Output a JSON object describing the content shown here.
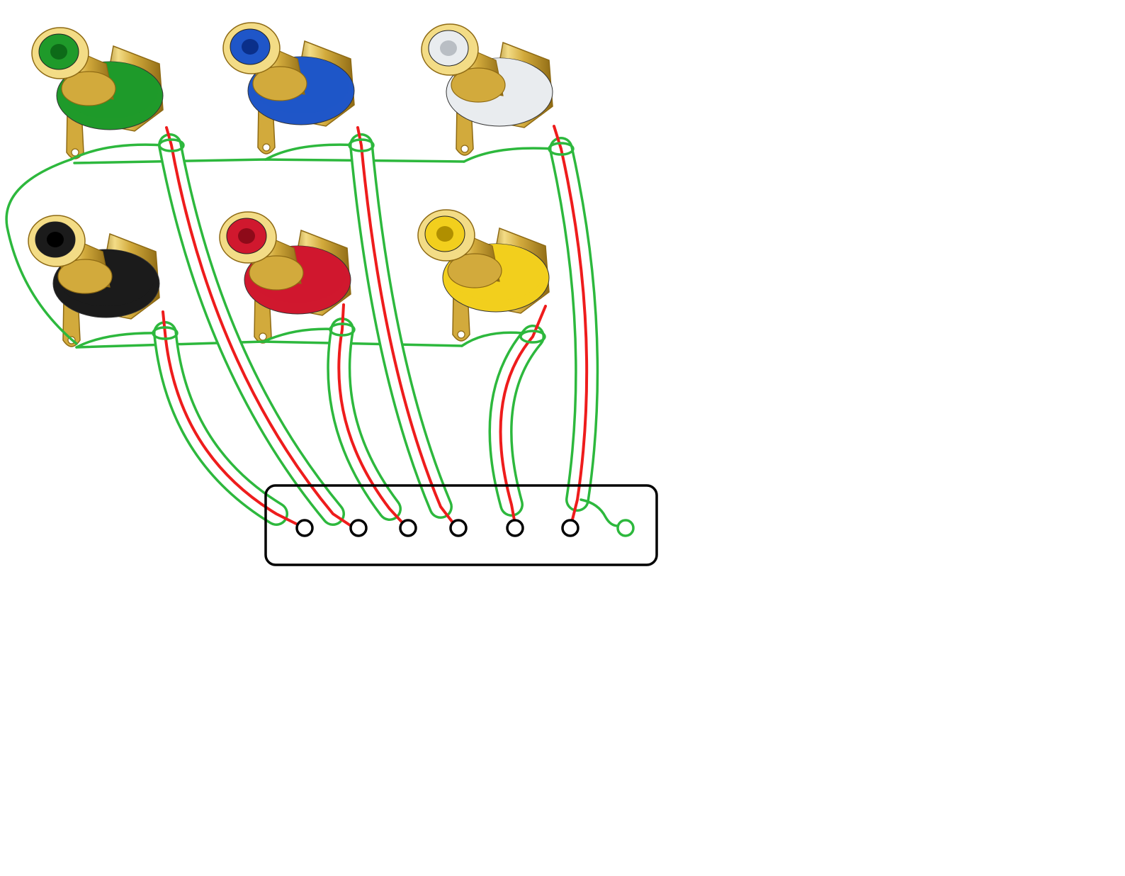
{
  "colors": {
    "wire_shield": "#2db83d",
    "wire_signal": "#ee1c1c",
    "outline": "#000000",
    "gold_light": "#f3dc86",
    "gold": "#d2aa3c",
    "gold_dark": "#8e6a14",
    "background": "#ffffff"
  },
  "jacks": [
    {
      "name": "green",
      "color": "#1f9a2a",
      "inner": "#0d6b18"
    },
    {
      "name": "blue",
      "color": "#1f56c8",
      "inner": "#0a2f8a"
    },
    {
      "name": "white",
      "color": "#e9ecef",
      "inner": "#b9bec4"
    },
    {
      "name": "black",
      "color": "#1b1b1b",
      "inner": "#000000"
    },
    {
      "name": "red",
      "color": "#d0182e",
      "inner": "#8e0a19"
    },
    {
      "name": "yellow",
      "color": "#f2cf1d",
      "inner": "#b08f00"
    }
  ],
  "terminal_block": {
    "pin_count": 7
  }
}
